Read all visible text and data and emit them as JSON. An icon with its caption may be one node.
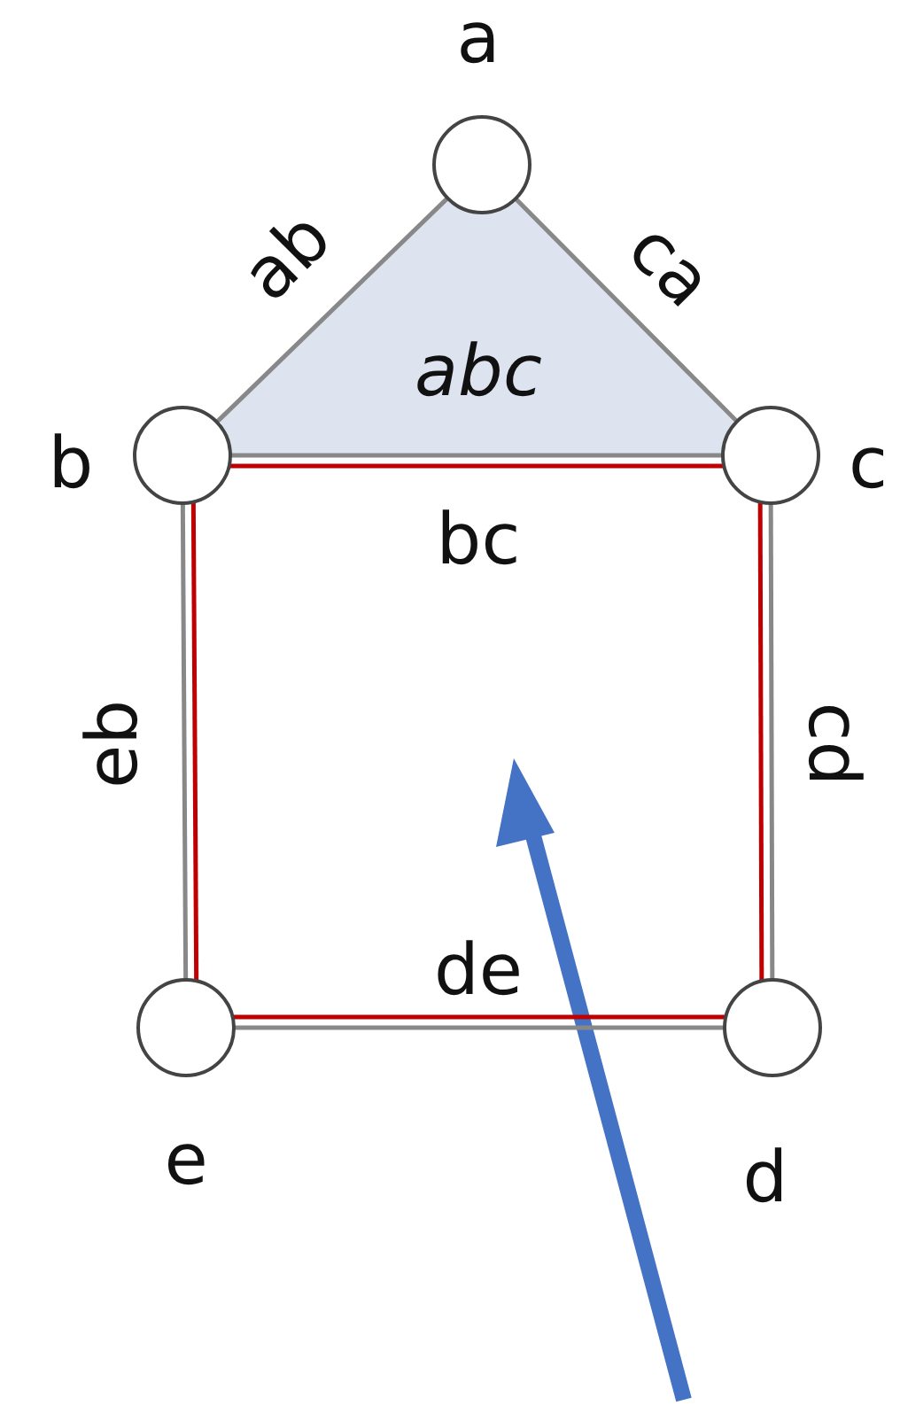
{
  "diagram": {
    "nodes": [
      {
        "text": [],
        "shape": "circle",
        "beside": [
          "a"
        ]
      },
      {
        "text": [],
        "shape": "circle",
        "beside": [
          "b"
        ]
      },
      {
        "text": [],
        "shape": "circle",
        "beside": [
          "c"
        ]
      },
      {
        "text": [],
        "shape": "circle",
        "beside": [
          "e"
        ]
      },
      {
        "text": [],
        "shape": "circle",
        "beside": [
          "d"
        ]
      },
      {
        "text": [
          "abc"
        ]
      }
    ],
    "edges": [
      {
        "from": 1,
        "to": 0,
        "arrow": "none",
        "label": "ab"
      },
      {
        "from": 0,
        "to": 2,
        "arrow": "none",
        "label": "ca"
      },
      {
        "from": 1,
        "to": 2,
        "arrow": "none",
        "label": "bc"
      },
      {
        "from": 3,
        "to": 1,
        "arrow": "none",
        "label": "eb"
      },
      {
        "from": 2,
        "to": 4,
        "arrow": "none",
        "label": "cd"
      },
      {
        "from": 3,
        "to": 4,
        "arrow": "none",
        "label": "de"
      },
      {
        "from": 1,
        "to": 2,
        "arrow": "none",
        "color": "#c00000"
      },
      {
        "from": 2,
        "to": 4,
        "arrow": "none",
        "color": "#c00000"
      },
      {
        "from": 4,
        "to": 3,
        "arrow": "none",
        "color": "#c00000"
      },
      {
        "from": 3,
        "to": 1,
        "arrow": "none",
        "color": "#c00000"
      }
    ]
  }
}
